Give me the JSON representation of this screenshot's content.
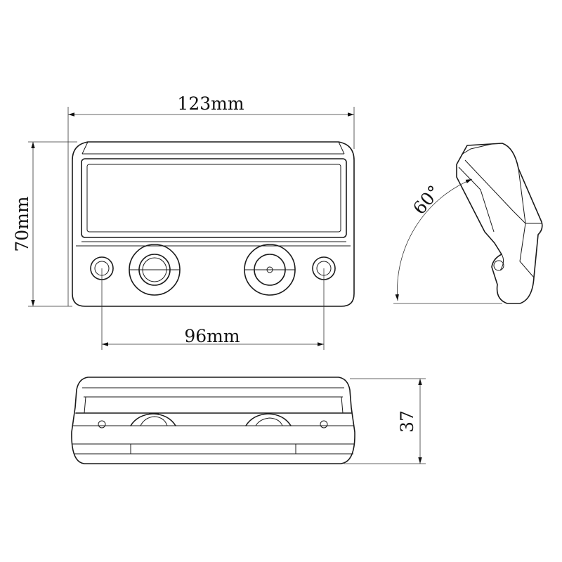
{
  "dimensions": {
    "width_top": "123mm",
    "height_front": "70mm",
    "mount_spacing": "96mm",
    "depth_bottom": "37",
    "tilt_angle": "60°"
  },
  "colors": {
    "line": "#1a1a1a",
    "background": "#ffffff"
  }
}
